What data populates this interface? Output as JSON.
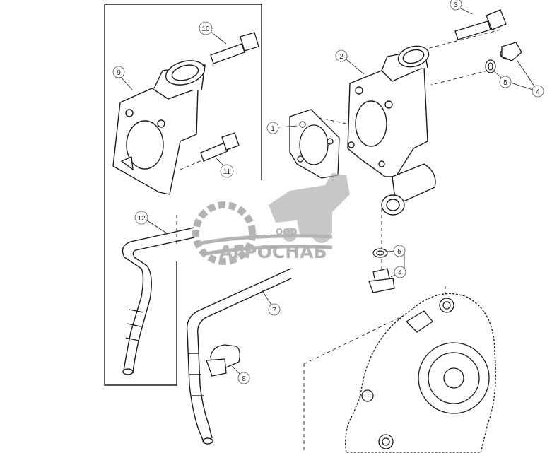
{
  "diagram": {
    "callouts": [
      "1",
      "2",
      "3",
      "4",
      "5",
      "4",
      "5",
      "7",
      "8",
      "9",
      "10",
      "11",
      "12"
    ]
  },
  "watermark": {
    "prefix": "ООО",
    "name": "АГРОСНАБ"
  },
  "colors": {
    "line": "#1a1a1a",
    "fill": "#ffffff",
    "callout": "#333333",
    "watermark": "#9a9a9a"
  }
}
